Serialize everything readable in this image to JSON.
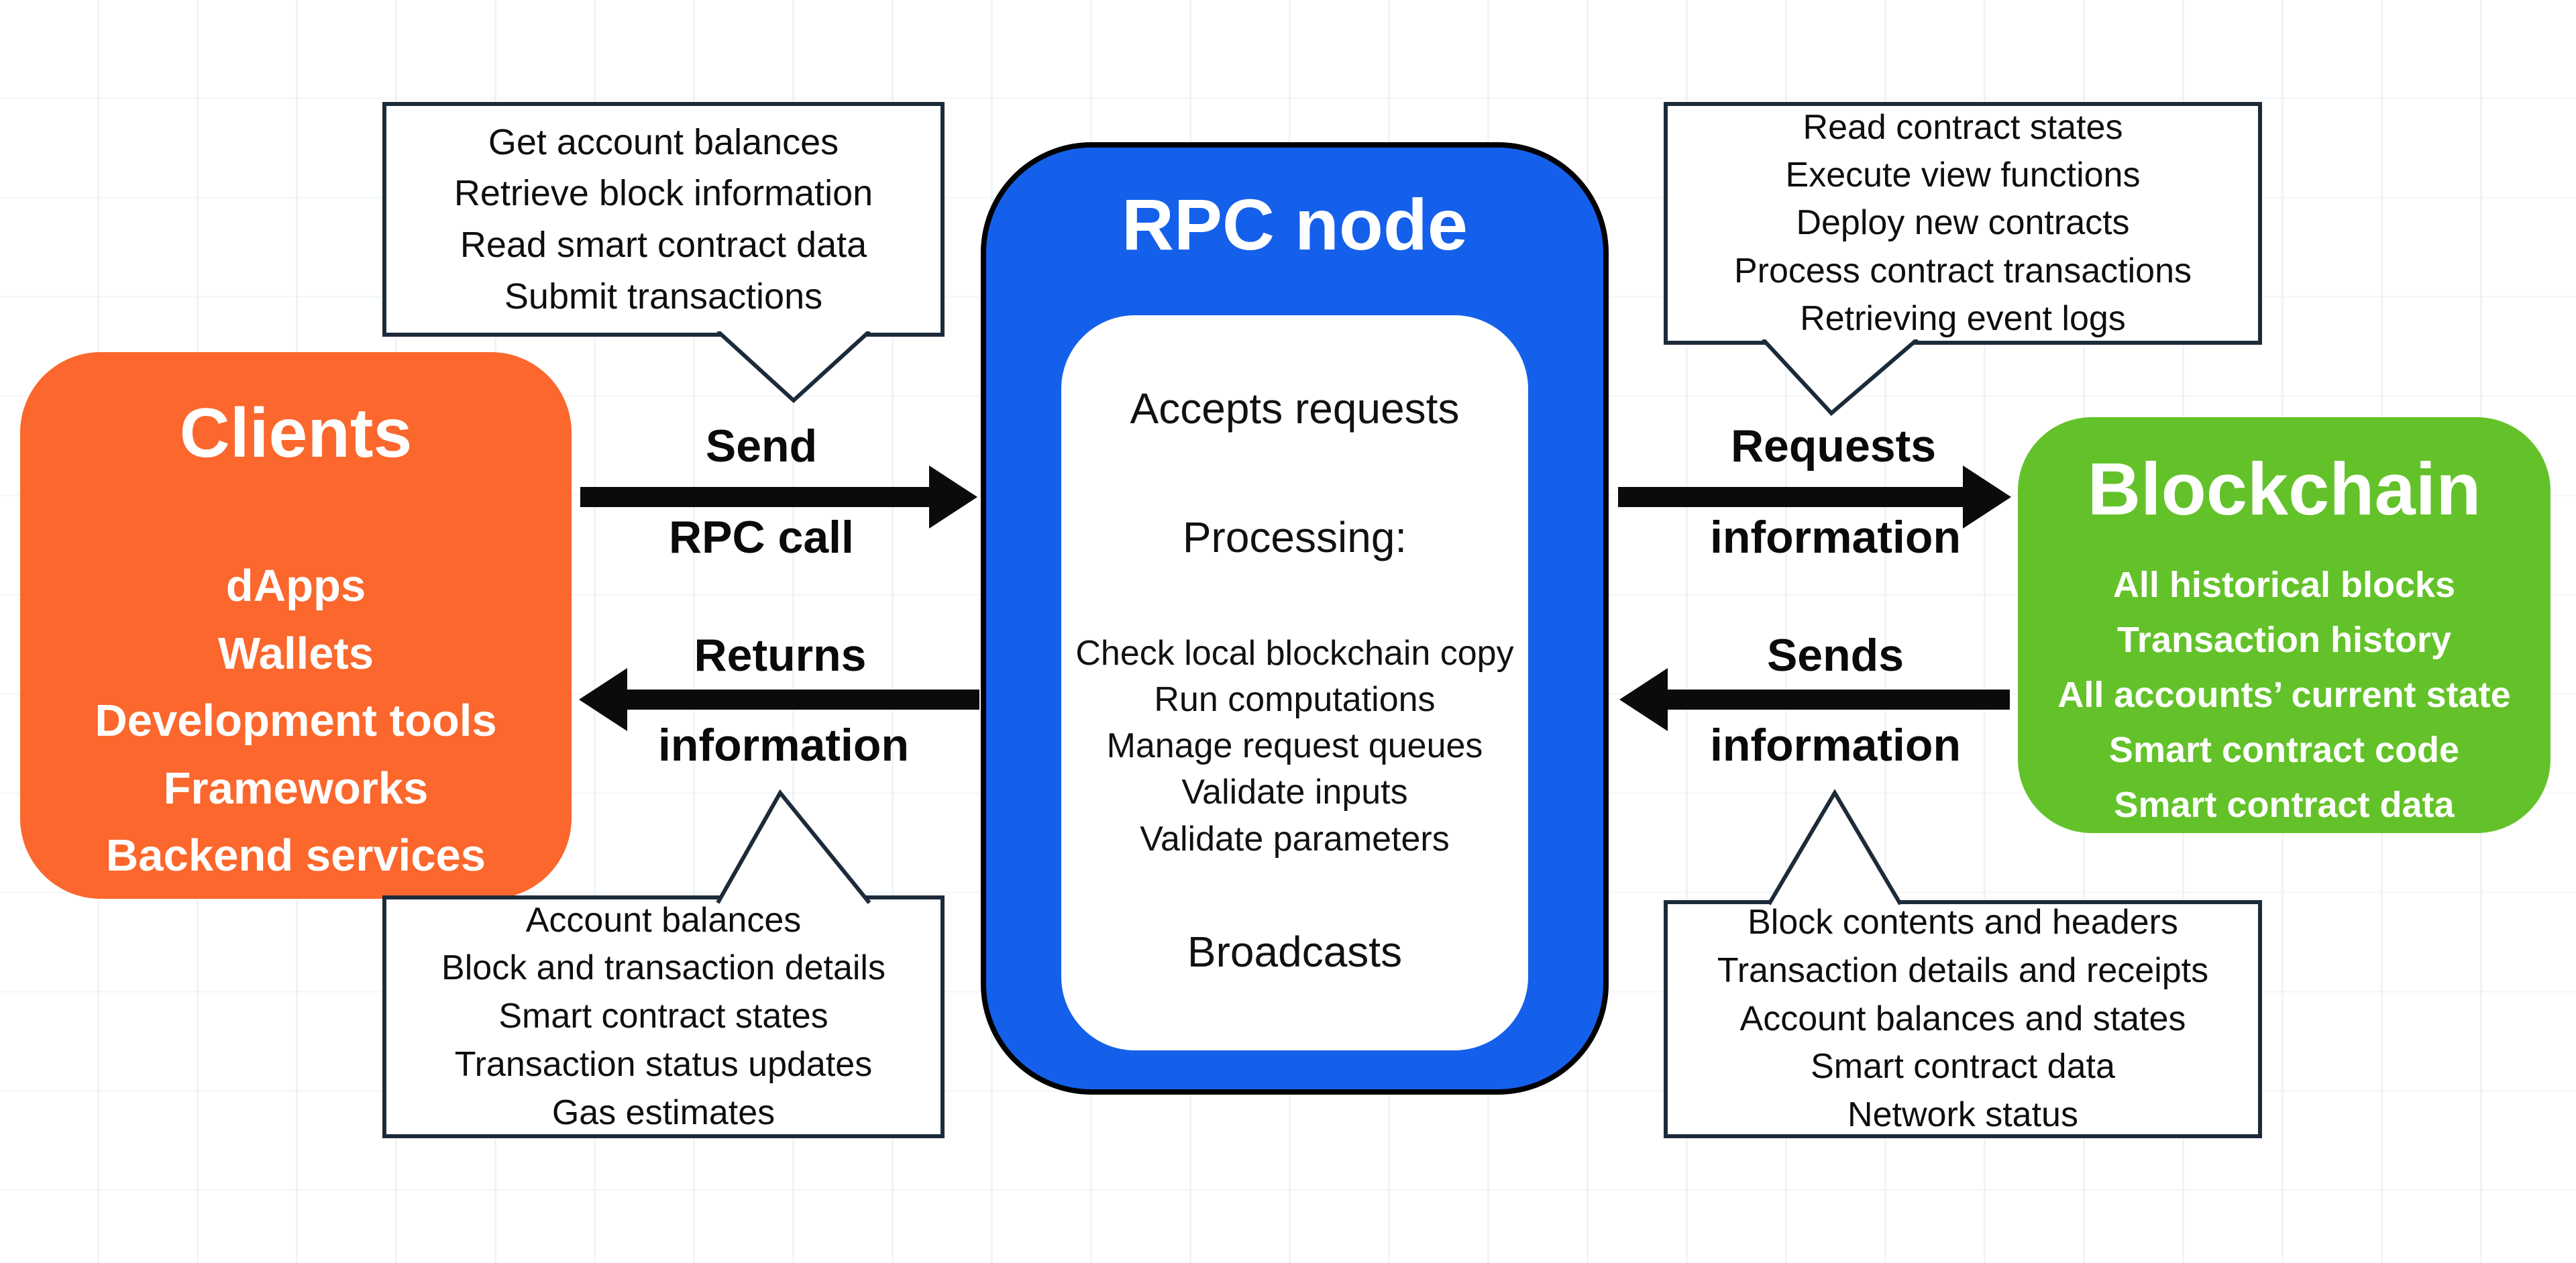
{
  "clients": {
    "title": "Clients",
    "items": [
      "dApps",
      "Wallets",
      "Development tools",
      "Frameworks",
      "Backend services"
    ]
  },
  "rpc": {
    "title": "RPC node",
    "accepts": "Accepts requests",
    "processing_label": "Processing:",
    "tasks": [
      "Check local blockchain copy",
      "Run computations",
      "Manage request queues",
      "Validate inputs",
      "Validate parameters"
    ],
    "broadcasts": "Broadcasts"
  },
  "blockchain": {
    "title": "Blockchain",
    "items": [
      "All historical blocks",
      "Transaction history",
      "All accounts’ current state",
      "Smart contract code",
      "Smart contract data"
    ]
  },
  "callouts": {
    "top_left": {
      "lines": [
        "Get account balances",
        "Retrieve block information",
        "Read smart contract data",
        "Submit transactions"
      ]
    },
    "top_right": {
      "lines": [
        "Read contract states",
        "Execute view functions",
        "Deploy new contracts",
        "Process contract transactions",
        "Retrieving event logs"
      ]
    },
    "bottom_left": {
      "lines": [
        "Account balances",
        "Block and transaction details",
        "Smart contract states",
        "Transaction status updates",
        "Gas estimates"
      ]
    },
    "bottom_right": {
      "lines": [
        "Block contents and headers",
        "Transaction details and receipts",
        "Account balances and states",
        "Smart contract data",
        "Network status"
      ]
    }
  },
  "arrows": {
    "send": {
      "top": "Send",
      "bottom": "RPC call"
    },
    "returns": {
      "top": "Returns",
      "bottom": "information"
    },
    "requests": {
      "top": "Requests",
      "bottom": "information"
    },
    "sends": {
      "top": "Sends",
      "bottom": "information"
    }
  },
  "colors": {
    "clients": "#FB672C",
    "rpc": "#1560EA",
    "blockchain": "#63C229",
    "callout_border": "#1C2B3A",
    "arrow": "#0B0B0B"
  }
}
